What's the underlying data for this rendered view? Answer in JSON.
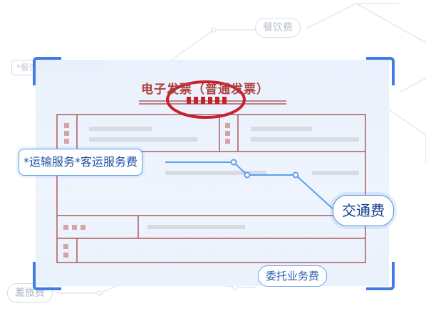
{
  "invoice": {
    "title": "电子发票（普通发票）",
    "stamp_color": "#c8202a",
    "line_color": "#b05a5e"
  },
  "labels": {
    "item_name": "*运输服务*客运服务费",
    "category": "交通费",
    "tag_dining": "餐饮费",
    "tag_entrusted": "委托业务费",
    "tag_travel": "差旅费",
    "tag_item_faded": "*餐饮服务*正常服务费"
  },
  "colors": {
    "accent_blue": "#3f7ce6",
    "callout_border": "#5aa0ea",
    "panel_bg": "#eaf1fc"
  }
}
